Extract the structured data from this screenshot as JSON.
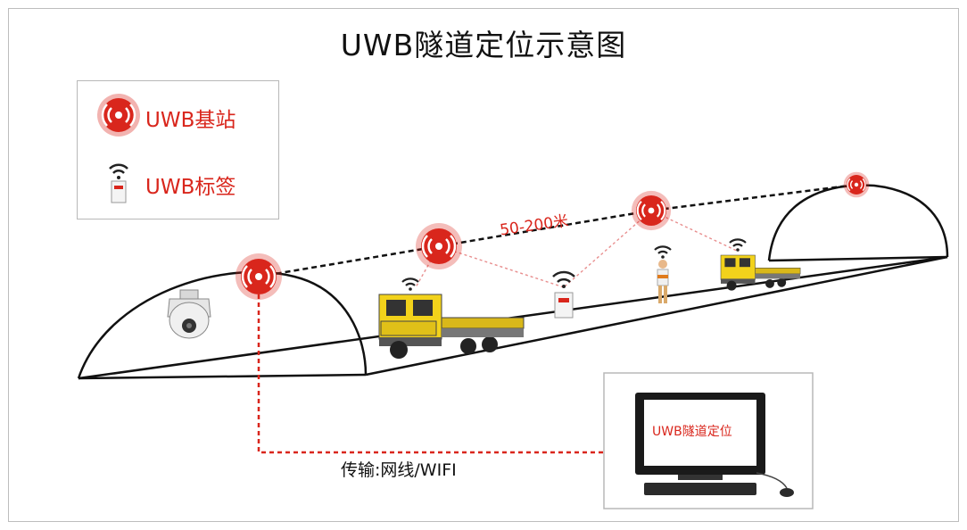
{
  "title": "UWB隧道定位示意图",
  "legend": {
    "base_station_label": "UWB基站",
    "tag_label": "UWB标签"
  },
  "labels": {
    "distance": "50-200米",
    "transmission": "传输:网线/WIFI",
    "monitor_screen": "UWB隧道定位"
  },
  "colors": {
    "accent_red": "#d9261c",
    "truck_yellow": "#f2d21b",
    "line_black": "#111111"
  },
  "icons": {
    "base_station": "uwb-base-station-icon",
    "tag": "uwb-tag-icon",
    "camera": "dome-camera-icon",
    "truck": "truck-icon",
    "worker": "worker-icon",
    "computer": "desktop-computer-icon"
  }
}
